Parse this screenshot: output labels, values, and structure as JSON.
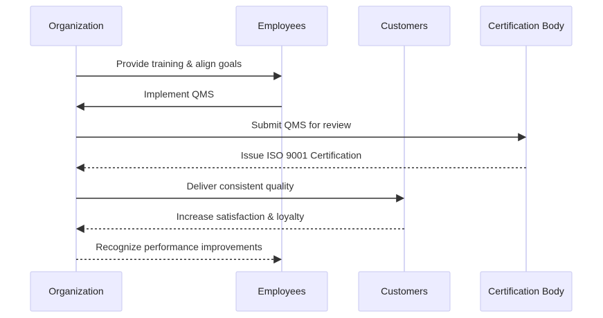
{
  "colors": {
    "actor_fill": "#ececff",
    "actor_border": "#c9c9f0",
    "lifeline": "#d6d6f5",
    "arrow": "#333333"
  },
  "participants": [
    {
      "id": "org",
      "label": "Organization"
    },
    {
      "id": "emp",
      "label": "Employees"
    },
    {
      "id": "cust",
      "label": "Customers"
    },
    {
      "id": "cert",
      "label": "Certification Body"
    }
  ],
  "messages": [
    {
      "from": "org",
      "to": "emp",
      "label": "Provide training & align goals",
      "style": "solid"
    },
    {
      "from": "emp",
      "to": "org",
      "label": "Implement QMS",
      "style": "solid"
    },
    {
      "from": "org",
      "to": "cert",
      "label": "Submit QMS for review",
      "style": "solid"
    },
    {
      "from": "cert",
      "to": "org",
      "label": "Issue ISO 9001 Certification",
      "style": "dashed"
    },
    {
      "from": "org",
      "to": "cust",
      "label": "Deliver consistent quality",
      "style": "solid"
    },
    {
      "from": "cust",
      "to": "org",
      "label": "Increase satisfaction & loyalty",
      "style": "dashed"
    },
    {
      "from": "org",
      "to": "emp",
      "label": "Recognize performance improvements",
      "style": "dashed"
    }
  ]
}
